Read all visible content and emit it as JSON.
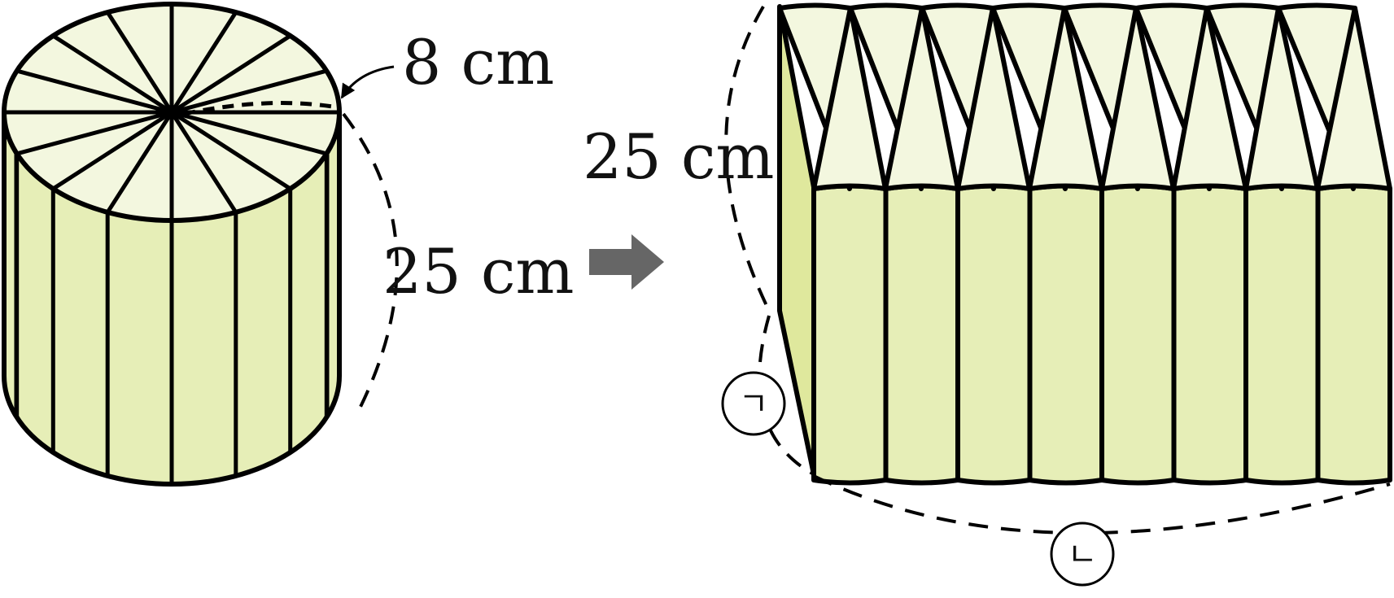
{
  "labels": {
    "radius": "8 cm",
    "height_left": "25 cm",
    "height_right": "25 cm",
    "mark_a": "ㄱ",
    "mark_b": "ㄴ"
  },
  "colors": {
    "top_face": "#f3f7df",
    "side_face": "#e6eeb7",
    "side_panel": "#dfe89d",
    "stroke": "#000000",
    "arrow": "#666666"
  },
  "cylinder": {
    "slices": 16
  },
  "rearranged": {
    "pieces_per_row": 8
  }
}
